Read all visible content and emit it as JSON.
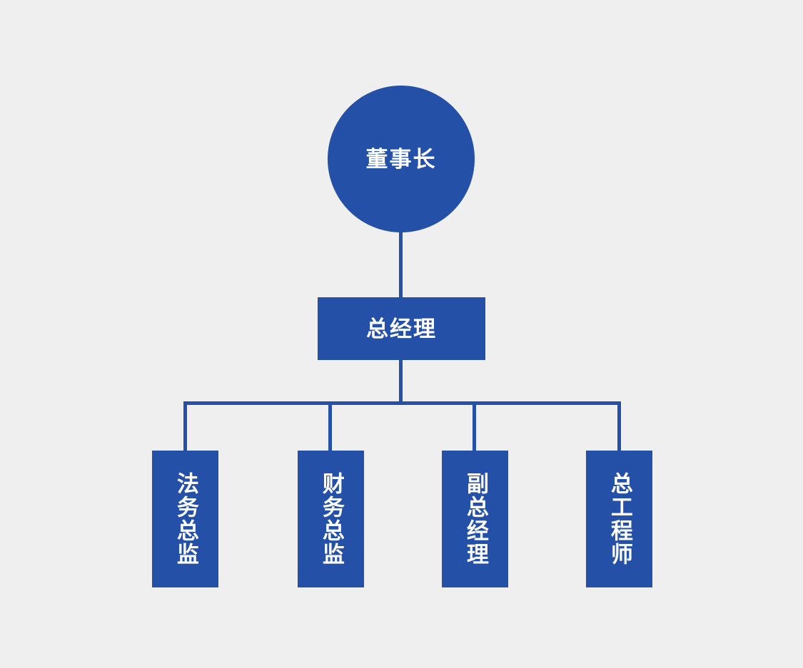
{
  "diagram": {
    "type": "organization-chart",
    "background_color": "#efefef",
    "accent_color": "#2450a8",
    "text_color": "#ffffff",
    "levels": 3,
    "root": {
      "label": "董事长",
      "shape": "circle"
    },
    "second": {
      "label": "总经理",
      "shape": "rectangle"
    },
    "third": {
      "shape": "rectangle-vertical-text",
      "nodes": [
        {
          "label": "法务总监"
        },
        {
          "label": "财务总监"
        },
        {
          "label": "副总经理"
        },
        {
          "label": "总工程师"
        }
      ]
    },
    "connectors": {
      "root_to_second": "vertical-line",
      "second_to_bus": "vertical-line",
      "bus": "horizontal-line",
      "bus_to_children": "vertical-line"
    }
  }
}
